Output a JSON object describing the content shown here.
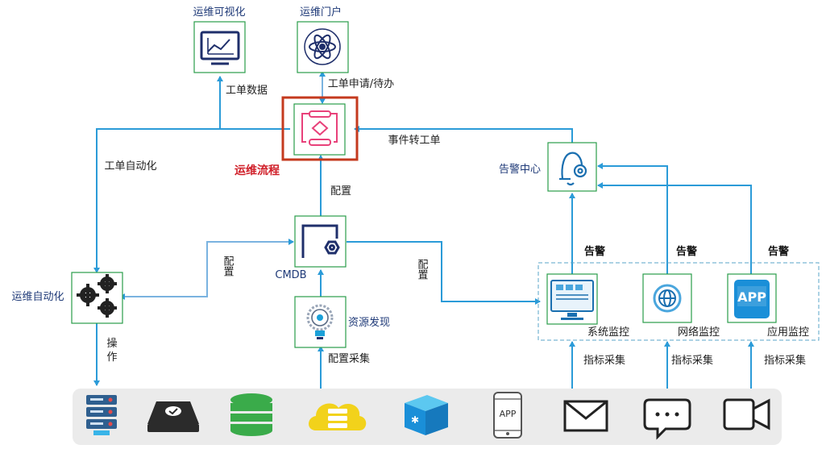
{
  "nodes": {
    "visualization": "运维可视化",
    "portal": "运维门户",
    "process": "运维流程",
    "cmdb": "CMDB",
    "discovery": "资源发现",
    "automation": "运维自动化",
    "alarm_center": "告警中心",
    "sys_monitor": "系统监控",
    "net_monitor": "网络监控",
    "app_monitor": "应用监控"
  },
  "edges": {
    "ticket_data": "工单数据",
    "ticket_apply": "工单申请/待办",
    "event_to_ticket": "事件转工单",
    "ticket_automation": "工单自动化",
    "config": "配置",
    "config_left": "配置",
    "config_right": "配置",
    "operate_1": "操",
    "operate_2": "作",
    "collect_config": "配置采集",
    "alarm_1": "告警",
    "alarm_2": "告警",
    "alarm_3": "告警",
    "metric_1": "指标采集",
    "metric_2": "指标采集",
    "metric_3": "指标采集"
  },
  "resources": {
    "app_phone": "APP",
    "app_monitor_badge": "APP"
  },
  "colors": {
    "line": "#2b9bd8",
    "navy": "#1f2f6b",
    "highlight": "#c43a1e",
    "pink": "#e8417a",
    "green": "#2a9d4a",
    "yellow": "#f2d21b",
    "cyan": "#1aa0d8"
  },
  "icons": [
    "server-icon",
    "hard-drive-icon",
    "database-icon",
    "cloud-icon",
    "cube-icon",
    "phone-icon",
    "mail-icon",
    "chat-icon",
    "video-icon"
  ]
}
